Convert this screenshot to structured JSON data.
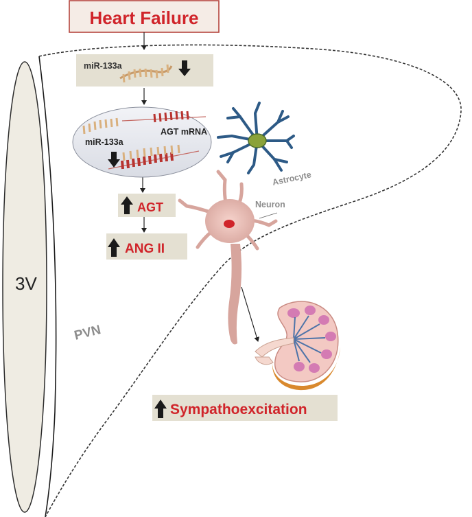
{
  "title": "Heart Failure",
  "labels": {
    "mir_box": "miR-133a",
    "mir_in_oval": "miR-133a",
    "agt_mrna": "AGT mRNA",
    "agt": "AGT",
    "ang2": "ANG II",
    "astrocyte": "Astrocyte",
    "neuron": "Neuron",
    "pvn": "PVN",
    "third_ventricle": "3V",
    "outcome": "Sympathoexcitation"
  },
  "colors": {
    "accent_red": "#d0242a",
    "label_gray": "#8c8c8c",
    "box_fill": "#e4e0d2",
    "title_box_fill": "#f5ece6",
    "title_box_border": "#b5463f",
    "oval_fill": "#e6e8ee",
    "ventricle_fill": "#efece3"
  },
  "icons": {
    "down": "down-arrow-icon",
    "up": "up-arrow-icon"
  }
}
